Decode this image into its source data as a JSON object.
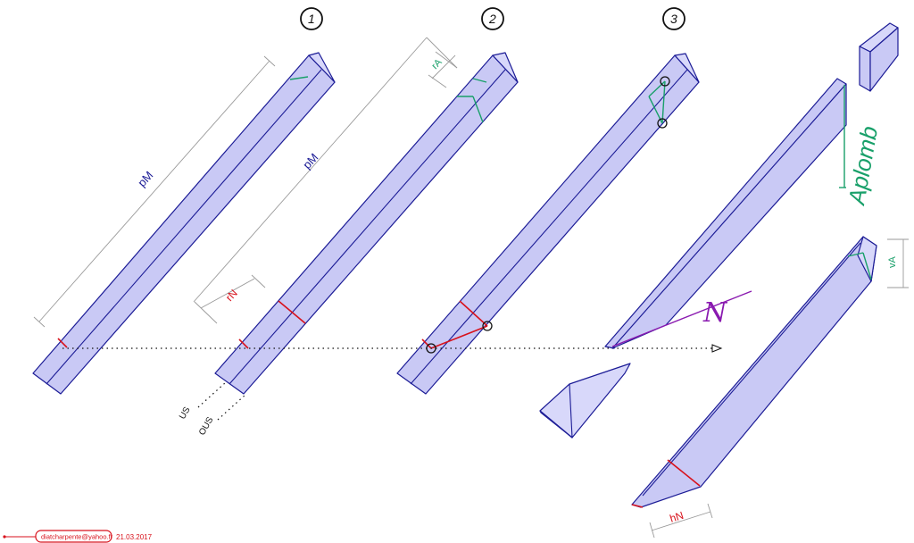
{
  "steps": [
    "1",
    "2",
    "3"
  ],
  "dimensions": {
    "pM_1": "pM",
    "pM_2": "pM",
    "rN": "rN",
    "rA": "rA",
    "vA": "vA",
    "hN": "hN"
  },
  "labels": {
    "us": "US",
    "ous": "OUS",
    "aplomb": "Aplomb",
    "north": "N"
  },
  "footer": {
    "email": "diatcharpente@yahoo.fr",
    "date": "21.03.2017"
  }
}
